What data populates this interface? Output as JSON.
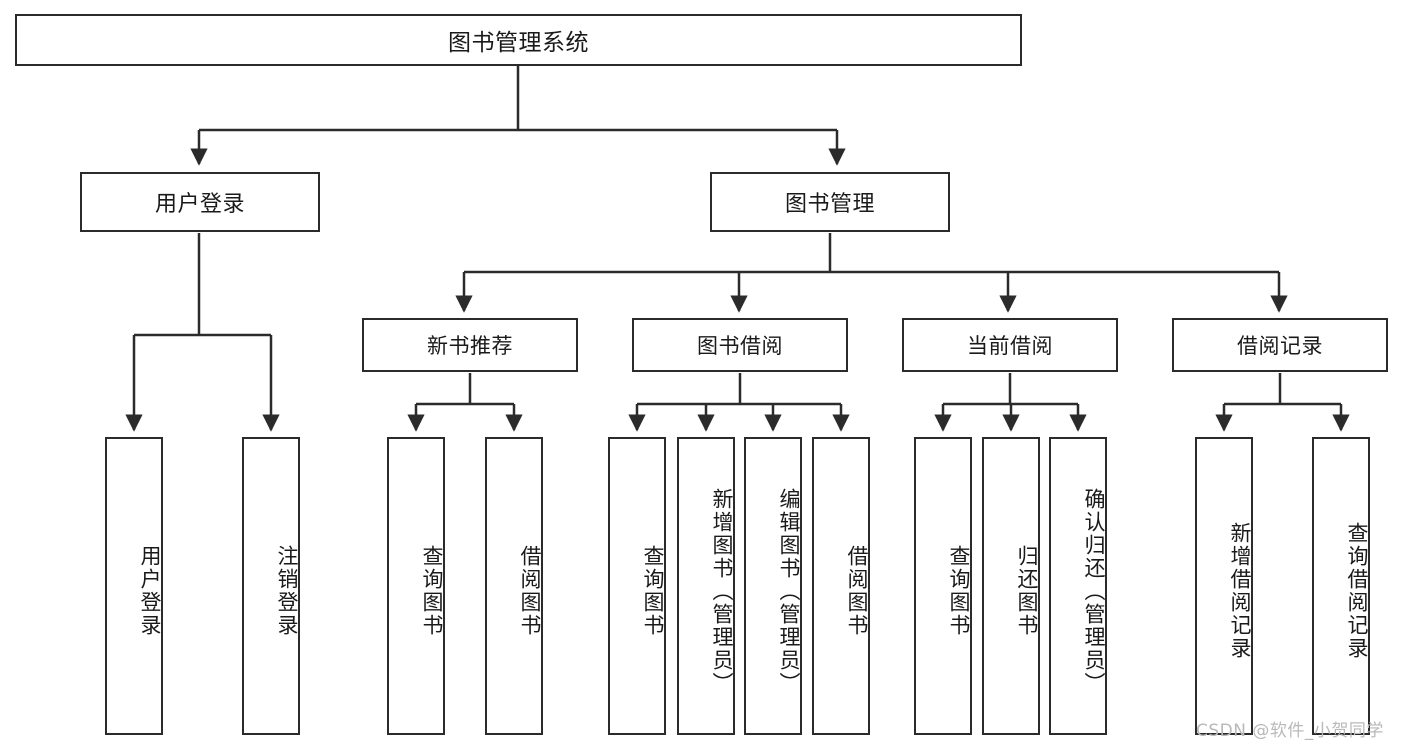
{
  "diagram": {
    "type": "tree",
    "title": "图书管理系统",
    "root": {
      "label": "图书管理系统",
      "children": [
        {
          "label": "用户登录",
          "children": [
            {
              "label": "用户登录"
            },
            {
              "label": "注销登录"
            }
          ]
        },
        {
          "label": "图书管理",
          "children": [
            {
              "label": "新书推荐",
              "children": [
                {
                  "label": "查询图书"
                },
                {
                  "label": "借阅图书"
                }
              ]
            },
            {
              "label": "图书借阅",
              "children": [
                {
                  "label": "查询图书"
                },
                {
                  "label": "新增图书（管理员）"
                },
                {
                  "label": "编辑图书（管理员）"
                },
                {
                  "label": "借阅图书"
                }
              ]
            },
            {
              "label": "当前借阅",
              "children": [
                {
                  "label": "查询图书"
                },
                {
                  "label": "归还图书"
                },
                {
                  "label": "确认归还（管理员）"
                }
              ]
            },
            {
              "label": "借阅记录",
              "children": [
                {
                  "label": "新增借阅记录"
                },
                {
                  "label": "查询借阅记录"
                }
              ]
            }
          ]
        }
      ]
    },
    "nodes": {
      "root": "图书管理系统",
      "user_login": "用户登录",
      "book_manage": "图书管理",
      "new_book_rec": "新书推荐",
      "book_borrow": "图书借阅",
      "current_borrow": "当前借阅",
      "borrow_record": "借阅记录",
      "leaf_user_login": "用户登录",
      "leaf_logout": "注销登录",
      "leaf_rec_query": "查询图书",
      "leaf_rec_borrow": "借阅图书",
      "leaf_borrow_query": "查询图书",
      "leaf_borrow_add": "新增图书（管理员）",
      "leaf_borrow_edit": "编辑图书（管理员）",
      "leaf_borrow_borrow": "借阅图书",
      "leaf_cur_query": "查询图书",
      "leaf_cur_return": "归还图书",
      "leaf_cur_confirm": "确认归还（管理员）",
      "leaf_rec_add": "新增借阅记录",
      "leaf_rec_search": "查询借阅记录"
    },
    "colors": {
      "border": "#2b2b2b",
      "background": "#ffffff",
      "text": "#1a1a1a",
      "watermark": "#b9b9b9"
    }
  },
  "watermark": {
    "text": "CSDN @软件_小贺同学"
  }
}
